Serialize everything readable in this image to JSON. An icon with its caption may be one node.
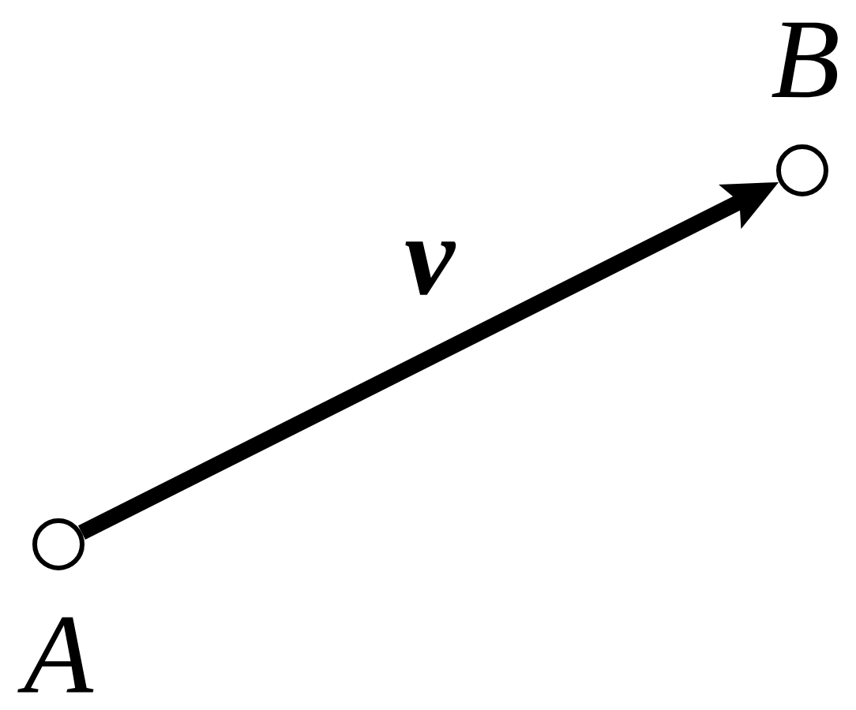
{
  "diagram": {
    "nodes": [
      {
        "text": [],
        "shape": "circle",
        "beside": [
          "A"
        ]
      },
      {
        "text": [],
        "shape": "circle",
        "beside": [
          "B"
        ]
      }
    ],
    "edges": [
      {
        "from": 0,
        "to": 1,
        "arrow": "to",
        "label": "v"
      }
    ]
  }
}
